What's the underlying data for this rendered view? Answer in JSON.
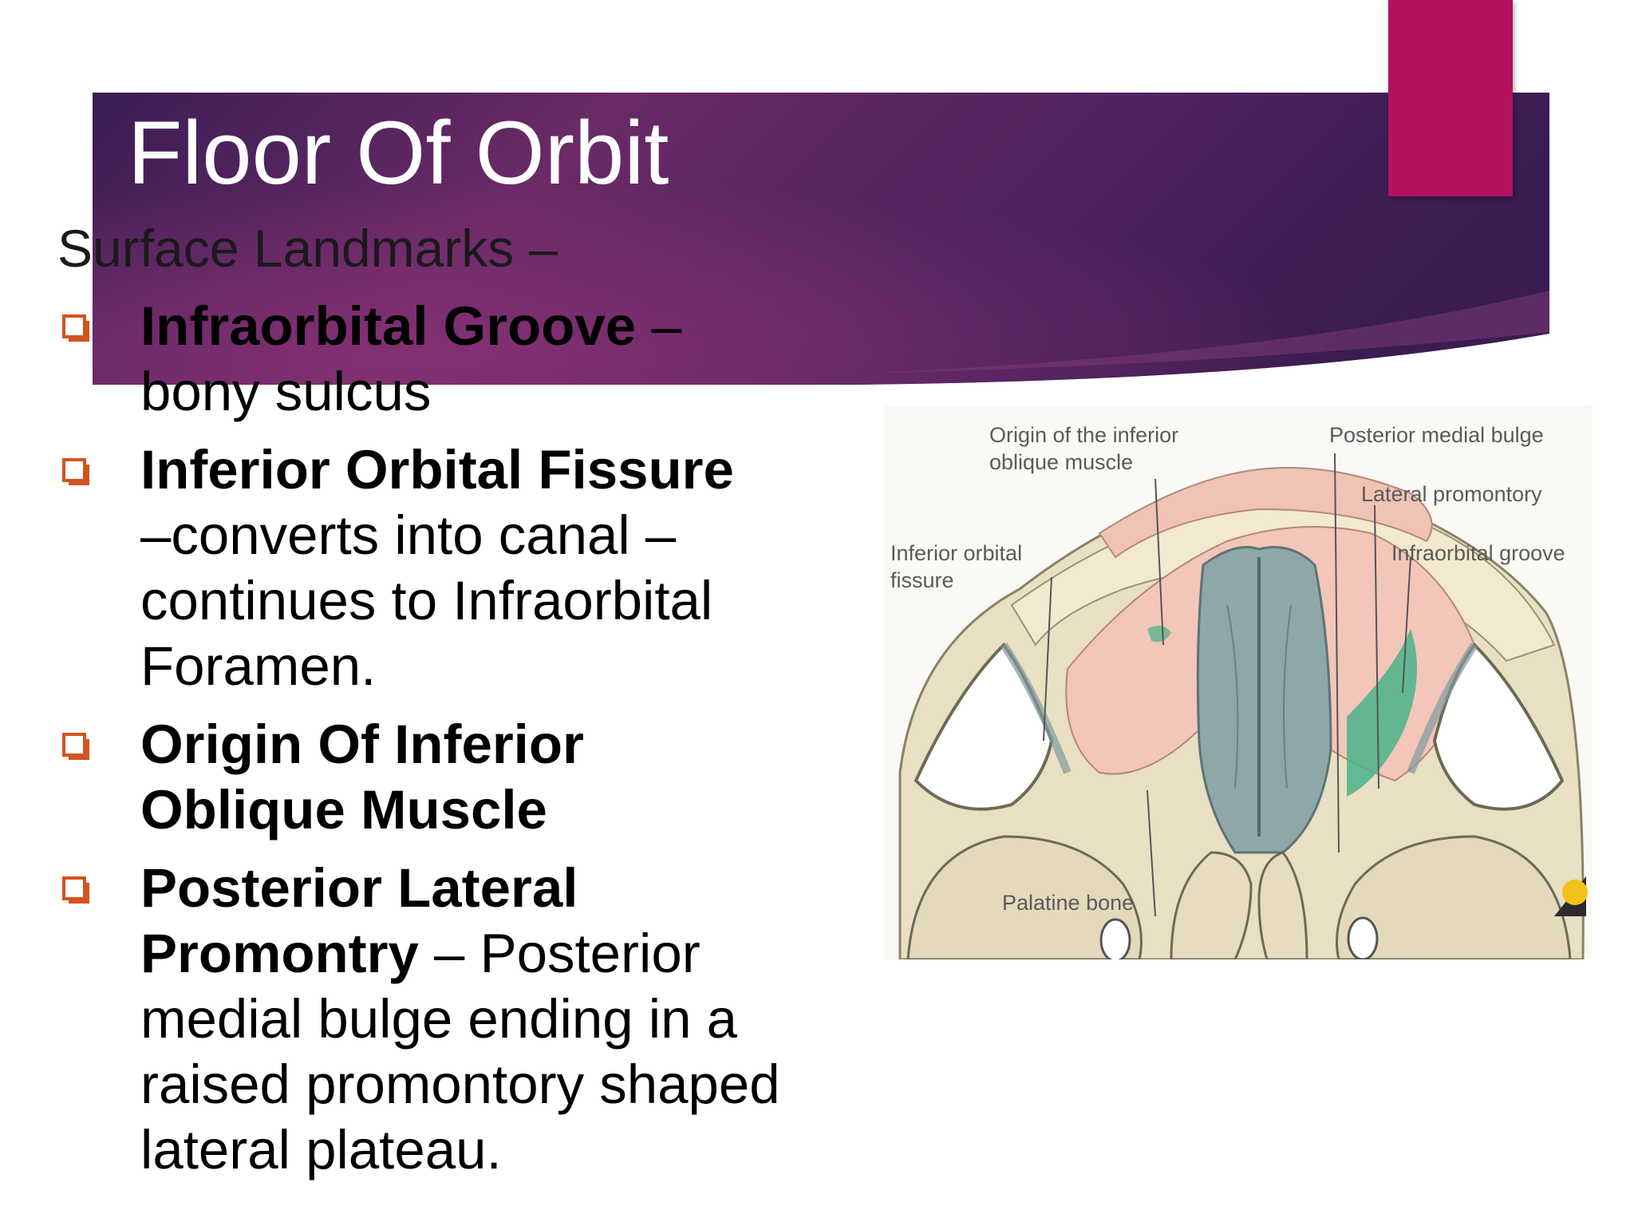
{
  "slide": {
    "title": "Floor Of Orbit",
    "subtitle": "Surface Landmarks –",
    "colors": {
      "banner_dark": "#3a1f52",
      "banner_light": "#7a2f6e",
      "accent": "#b3125f",
      "bullet_orange": "#d2541c"
    },
    "bullet_icon": "checkbox-square-icon",
    "bullets": [
      {
        "term": "Infraorbital Groove",
        "detail_line1": " –",
        "detail_line2": "bony  sulcus"
      },
      {
        "term": "Inferior Orbital Fissure",
        "detail_line1": "–converts into canal –",
        "detail_line2": "continues to Infraorbital",
        "detail_line3": "Foramen."
      },
      {
        "term_line1": "Origin Of Inferior",
        "term_line2": "Oblique  Muscle"
      },
      {
        "term_line1": "Posterior Lateral",
        "term_line2": "Promontry",
        "detail_line1": " – Posterior",
        "detail_line2": "medial bulge ending in a",
        "detail_line3": "raised promontory shaped",
        "detail_line4": "lateral plateau."
      }
    ]
  },
  "figure": {
    "labels": {
      "origin_line1": "Origin of the inferior",
      "origin_line2": "oblique muscle",
      "posterior_medial_bulge": "Posterior medial bulge",
      "lateral_promontory": "Lateral promontory",
      "inferior_fissure_line1": "Inferior orbital",
      "inferior_fissure_line2": "fissure",
      "infraorbital_groove": "Infraorbital groove",
      "palatine_bone": "Palatine bone"
    }
  }
}
